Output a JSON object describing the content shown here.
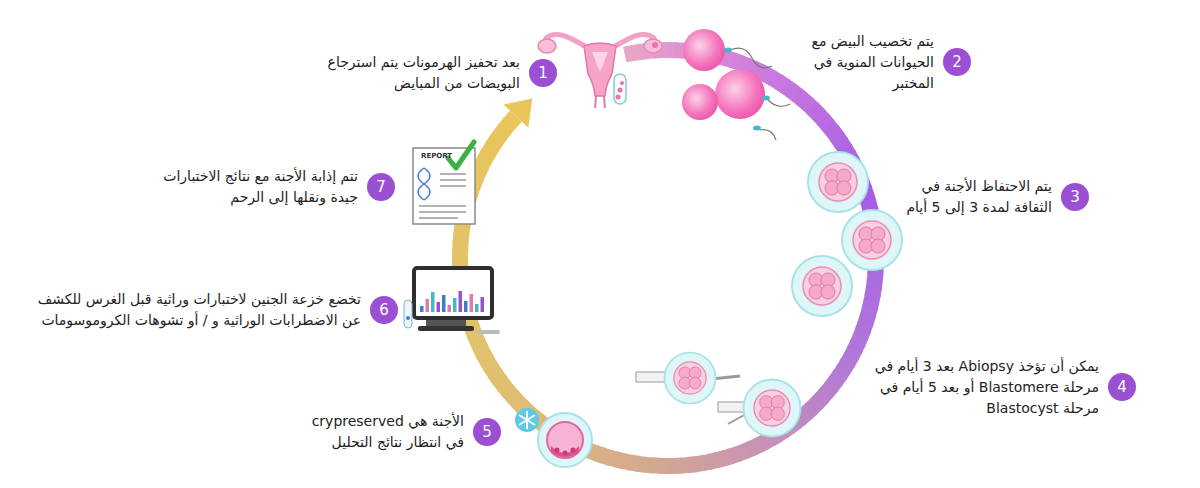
{
  "diagram": {
    "nodes": [
      {
        "text": [
          "1",
          "بعد تحفيز الهرمونات يتم استرجاع البويضات من المبايض"
        ]
      },
      {
        "text": [
          "2",
          "يتم تخصيب البيض مع الحيوانات المنوية في المختبر"
        ]
      },
      {
        "text": [
          "3",
          "يتم الاحتفاظ الأجنة في الثقافة لمدة 3 إلى 5 أيام"
        ]
      },
      {
        "text": [
          "4",
          "يمكن أن تؤخذ Abiopsy بعد 3 أيام في مرحلة Blastomere أو بعد 5 أيام في مرحلة Blastocyst"
        ]
      },
      {
        "text": [
          "5",
          "الأجنة هي crypreserved في انتظار نتائج التحليل"
        ]
      },
      {
        "text": [
          "6",
          "تخضع خزعة الجنين لاختبارات وراثية قبل الغرس للكشف عن الاضطرابات الوراثية و / أو تشوهات الكروموسومات"
        ]
      },
      {
        "text": [
          "7",
          "تتم إذابة الأجنة مع نتائج الاختبارات جيدة ونقلها إلى الرحم"
        ]
      }
    ],
    "labels": [
      "REPORT"
    ]
  }
}
